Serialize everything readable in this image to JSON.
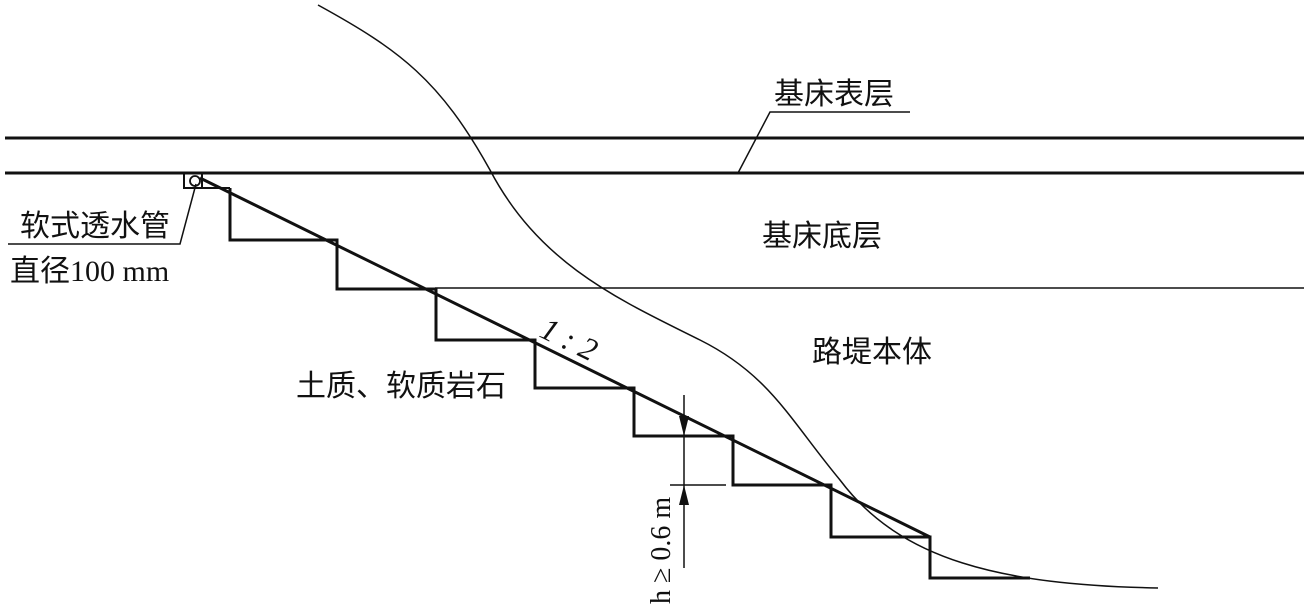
{
  "labels": {
    "surface_layer": "基床表层",
    "bottom_layer": "基床底层",
    "embankment_body": "路堤本体",
    "pipe_name": "软式透水管",
    "pipe_diameter": "直径100 mm",
    "slope_ratio": "1 : 2",
    "soil_type": "土质、软质岩石",
    "step_height": "h ≥ 0.6 m"
  },
  "colors": {
    "line": "#111111",
    "background": "#ffffff"
  }
}
